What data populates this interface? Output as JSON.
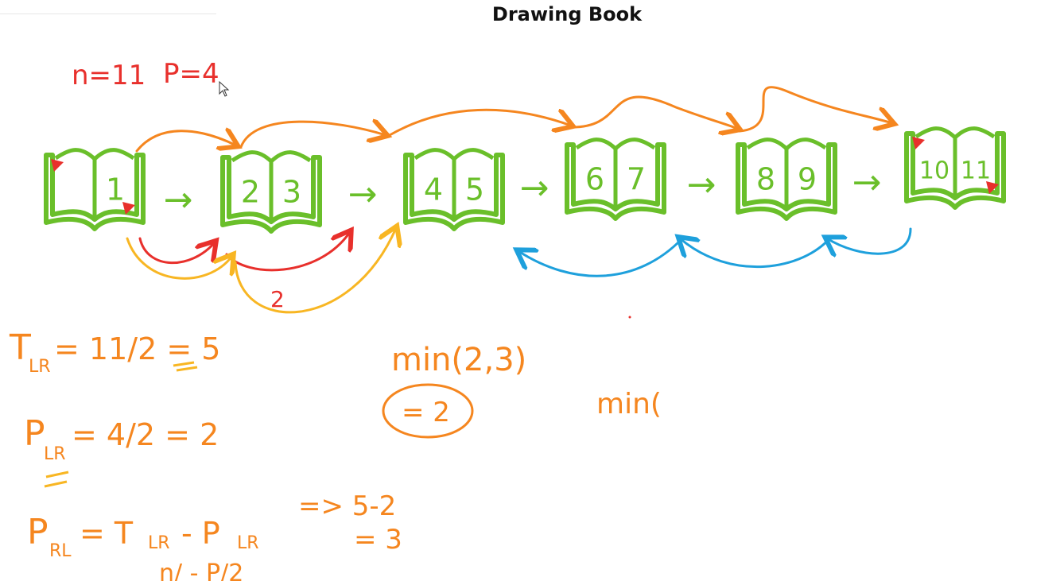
{
  "title": "Drawing Book",
  "given": {
    "n": "n=11",
    "p": "P=4"
  },
  "books": [
    {
      "pages": [
        "",
        "1"
      ]
    },
    {
      "pages": [
        "2",
        "3"
      ]
    },
    {
      "pages": [
        "4",
        "5"
      ]
    },
    {
      "pages": [
        "6",
        "7"
      ]
    },
    {
      "pages": [
        "8",
        "9"
      ]
    },
    {
      "pages": [
        "10",
        "11"
      ]
    }
  ],
  "arrow_glyph": "→",
  "red_arrow_label": "2",
  "colors": {
    "book_green": "#6abf2a",
    "orange": "#f5861f",
    "red": "#e8302c",
    "yellow": "#f8b623",
    "blue": "#1ea0dc"
  },
  "formulas": {
    "t_lr": {
      "main": "T",
      "sub": "LR",
      "expr": "= 11/2 = 5"
    },
    "p_lr": {
      "main": "P",
      "sub": "LR",
      "expr": "= 4/2 = 2"
    },
    "p_rl": {
      "main": "P",
      "sub": "RL",
      "expr": "= T",
      "sub2": "LR",
      "expr2": "- P",
      "sub3": "LR"
    },
    "arrow_result_1": "=> 5-2",
    "arrow_result_2": "= 3",
    "bottom_partial": "n/ - P/2"
  },
  "min_expr": "min(2,3)",
  "min_result": "= 2",
  "min_partial": "min("
}
